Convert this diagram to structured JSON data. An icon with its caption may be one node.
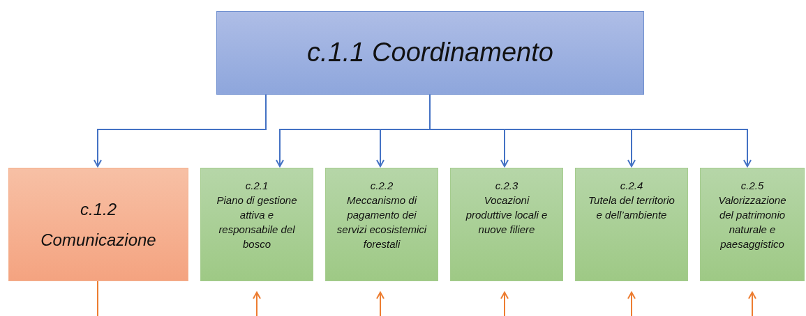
{
  "diagram": {
    "nodes": [
      {
        "text": [
          "c.1.1 Coordinamento"
        ]
      },
      {
        "text": [
          "c.1.2",
          "Comunicazione"
        ]
      },
      {
        "text": [
          "c.2.1",
          "Piano di gestione attiva e responsabile del bosco"
        ]
      },
      {
        "text": [
          "c.2.2",
          "Meccanismo di pagamento dei servizi ecosistemici forestali"
        ]
      },
      {
        "text": [
          "c.2.3",
          "Vocazioni produttive locali e nuove filiere"
        ]
      },
      {
        "text": [
          "c.2.4",
          "Tutela del territorio e dell’ambiente"
        ]
      },
      {
        "text": [
          "c.2.5",
          "Valorizzazione del patrimonio naturale e paesaggistico"
        ]
      }
    ],
    "edges": [
      {
        "from": 0,
        "to": 1,
        "arrow": "to"
      },
      {
        "from": 0,
        "to": 2,
        "arrow": "to"
      },
      {
        "from": 0,
        "to": 3,
        "arrow": "to"
      },
      {
        "from": 0,
        "to": 4,
        "arrow": "to"
      },
      {
        "from": 0,
        "to": 5,
        "arrow": "to"
      },
      {
        "from": 0,
        "to": 6,
        "arrow": "to"
      },
      {
        "from": 1,
        "to": null,
        "arrow": "none",
        "color": "#ed7d31"
      },
      {
        "from": null,
        "to": 2,
        "arrow": "to",
        "color": "#ed7d31"
      },
      {
        "from": null,
        "to": 3,
        "arrow": "to",
        "color": "#ed7d31"
      },
      {
        "from": null,
        "to": 4,
        "arrow": "to",
        "color": "#ed7d31"
      },
      {
        "from": null,
        "to": 5,
        "arrow": "to",
        "color": "#ed7d31"
      },
      {
        "from": null,
        "to": 6,
        "arrow": "to",
        "color": "#ed7d31"
      }
    ]
  }
}
